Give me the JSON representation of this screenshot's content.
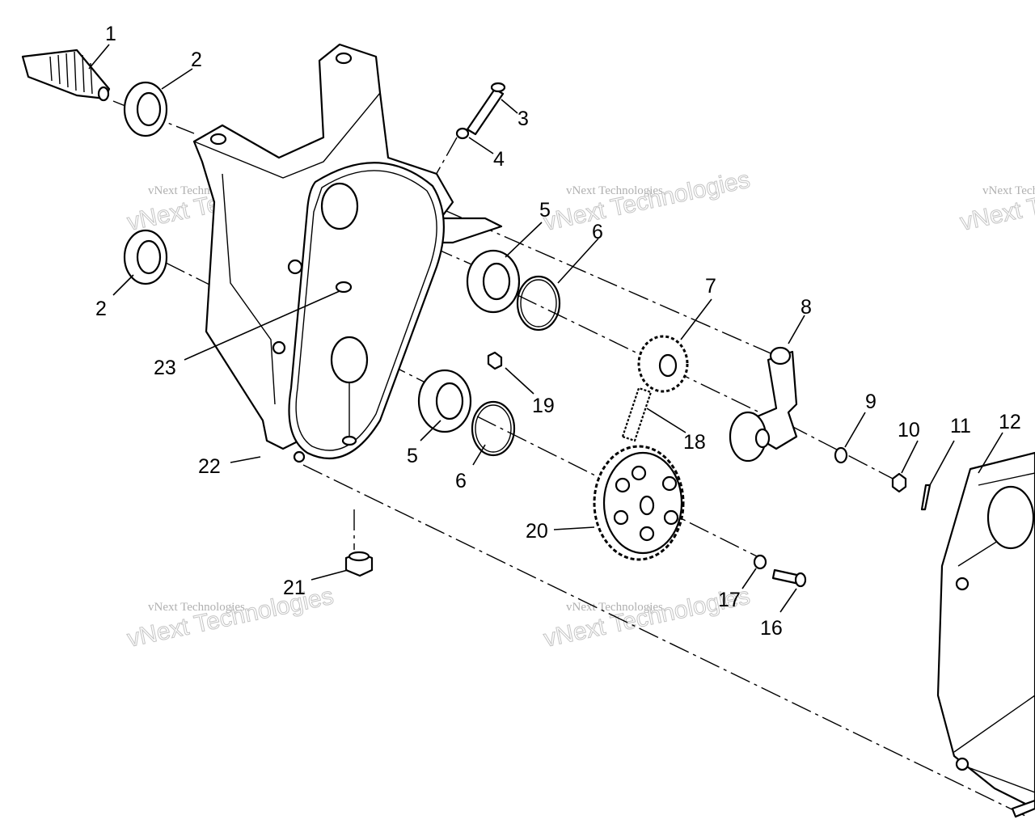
{
  "watermark": {
    "small_text": "vNext Technologies",
    "big_text": "vNext Technologies"
  },
  "callouts": [
    "1",
    "2",
    "3",
    "4",
    "5",
    "6",
    "7",
    "8",
    "9",
    "10",
    "11",
    "12",
    "2",
    "23",
    "19",
    "18",
    "5",
    "6",
    "22",
    "20",
    "17",
    "16",
    "21"
  ],
  "colors": {
    "ink": "#000000",
    "paper": "#ffffff",
    "watermark": "#c4c4c4"
  }
}
